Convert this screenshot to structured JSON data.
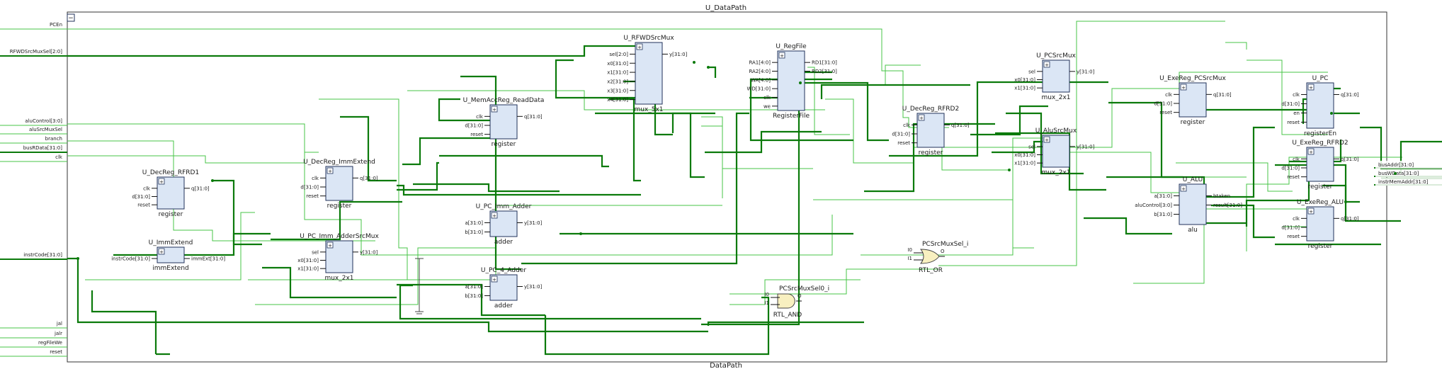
{
  "title_top": "U_DataPath",
  "title_bottom": "DataPath",
  "collapse_glyph": "−",
  "expand_glyph": "+",
  "colors": {
    "block_fill": "#dbe6f5",
    "block_stroke": "#20325a",
    "bus_wire": "#0b7a0b",
    "signal_wire": "#47c447",
    "gate_fill": "#f8f0c0"
  },
  "inputs": [
    "PCEn",
    "RFWDSrcMuxSel[2:0]",
    "aluControl[3:0]",
    "aluSrcMuxSel",
    "branch",
    "busRData[31:0]",
    "clk",
    "instrCode[31:0]",
    "jal",
    "jalr",
    "regFileWe",
    "reset"
  ],
  "outputs": [
    "busAddr[31:0]",
    "busWData[31:0]",
    "instrMemAddr[31:0]"
  ],
  "blocks": [
    {
      "inst": "U_DecReg_RFRD1",
      "type": "register",
      "pins_l": [
        "clk",
        "d[31:0]",
        "reset"
      ],
      "pins_r": [
        "q[31:0]"
      ]
    },
    {
      "inst": "U_ImmExtend",
      "type": "immExtend",
      "pins_l": [
        "instrCode[31:0]"
      ],
      "pins_r": [
        "immExt[31:0]"
      ]
    },
    {
      "inst": "U_DecReg_ImmExtend",
      "type": "register",
      "pins_l": [
        "clk",
        "d[31:0]",
        "reset"
      ],
      "pins_r": [
        "q[31:0]"
      ]
    },
    {
      "inst": "U_PC_Imm_AdderSrcMux",
      "type": "mux_2x1",
      "pins_l": [
        "sel",
        "x0[31:0]",
        "x1[31:0]"
      ],
      "pins_r": [
        "y[31:0]"
      ]
    },
    {
      "inst": "U_MemAccReg_ReadData",
      "type": "register",
      "pins_l": [
        "clk",
        "d[31:0]",
        "reset"
      ],
      "pins_r": [
        "q[31:0]"
      ]
    },
    {
      "inst": "U_PC_Imm_Adder",
      "type": "adder",
      "pins_l": [
        "a[31:0]",
        "b[31:0]"
      ],
      "pins_r": [
        "y[31:0]"
      ]
    },
    {
      "inst": "U_PC_4_Adder",
      "type": "adder",
      "pins_l": [
        "a[31:0]",
        "b[31:0]"
      ],
      "pins_r": [
        "y[31:0]"
      ]
    },
    {
      "inst": "U_RFWDSrcMux",
      "type": "mux_5x1",
      "pins_l": [
        "sel[2:0]",
        "x0[31:0]",
        "x1[31:0]",
        "x2[31:0]",
        "x3[31:0]",
        "x4[31:0]"
      ],
      "pins_r": [
        "y[31:0]"
      ]
    },
    {
      "inst": "U_RegFile",
      "type": "RegisterFile",
      "pins_l": [
        "RA1[4:0]",
        "RA2[4:0]",
        "WA[4:0]",
        "WD[31:0]",
        "clk",
        "we"
      ],
      "pins_r": [
        "RD1[31:0]",
        "RD2[31:0]"
      ]
    },
    {
      "inst": "U_DecReg_RFRD2",
      "type": "register",
      "pins_l": [
        "clk",
        "d[31:0]",
        "reset"
      ],
      "pins_r": [
        "q[31:0]"
      ]
    },
    {
      "inst": "U_PCSrcMux",
      "type": "mux_2x1",
      "pins_l": [
        "sel",
        "x0[31:0]",
        "x1[31:0]"
      ],
      "pins_r": [
        "y[31:0]"
      ]
    },
    {
      "inst": "U_AluSrcMux",
      "type": "mux_2x1",
      "pins_l": [
        "sel",
        "x0[31:0]",
        "x1[31:0]"
      ],
      "pins_r": [
        "y[31:0]"
      ]
    },
    {
      "inst": "U_ExeReg_PCSrcMux",
      "type": "register",
      "pins_l": [
        "clk",
        "d[31:0]",
        "reset"
      ],
      "pins_r": [
        "q[31:0]"
      ]
    },
    {
      "inst": "U_ALU",
      "type": "alu",
      "pins_l": [
        "a[31:0]",
        "aluControl[3:0]",
        "b[31:0]"
      ],
      "pins_r": [
        "btaken",
        "result[31:0]"
      ]
    },
    {
      "inst": "U_PC",
      "type": "registerEn",
      "pins_l": [
        "clk",
        "d[31:0]",
        "en",
        "reset"
      ],
      "pins_r": [
        "q[31:0]"
      ]
    },
    {
      "inst": "U_ExeReg_RFRD2",
      "type": "register",
      "pins_l": [
        "clk",
        "d[31:0]",
        "reset"
      ],
      "pins_r": [
        "q[31:0]"
      ]
    },
    {
      "inst": "U_ExeReg_ALU",
      "type": "register",
      "pins_l": [
        "clk",
        "d[31:0]",
        "reset"
      ],
      "pins_r": [
        "q[31:0]"
      ]
    }
  ],
  "gates": [
    {
      "inst": "PCSrcMuxSel_i",
      "type": "RTL_OR",
      "in0": "I0",
      "in1": "I1",
      "out": "O"
    },
    {
      "inst": "PCSrcMuxSel0_i",
      "type": "RTL_AND",
      "in0": "I0",
      "in1": "I1",
      "out": "O"
    }
  ]
}
